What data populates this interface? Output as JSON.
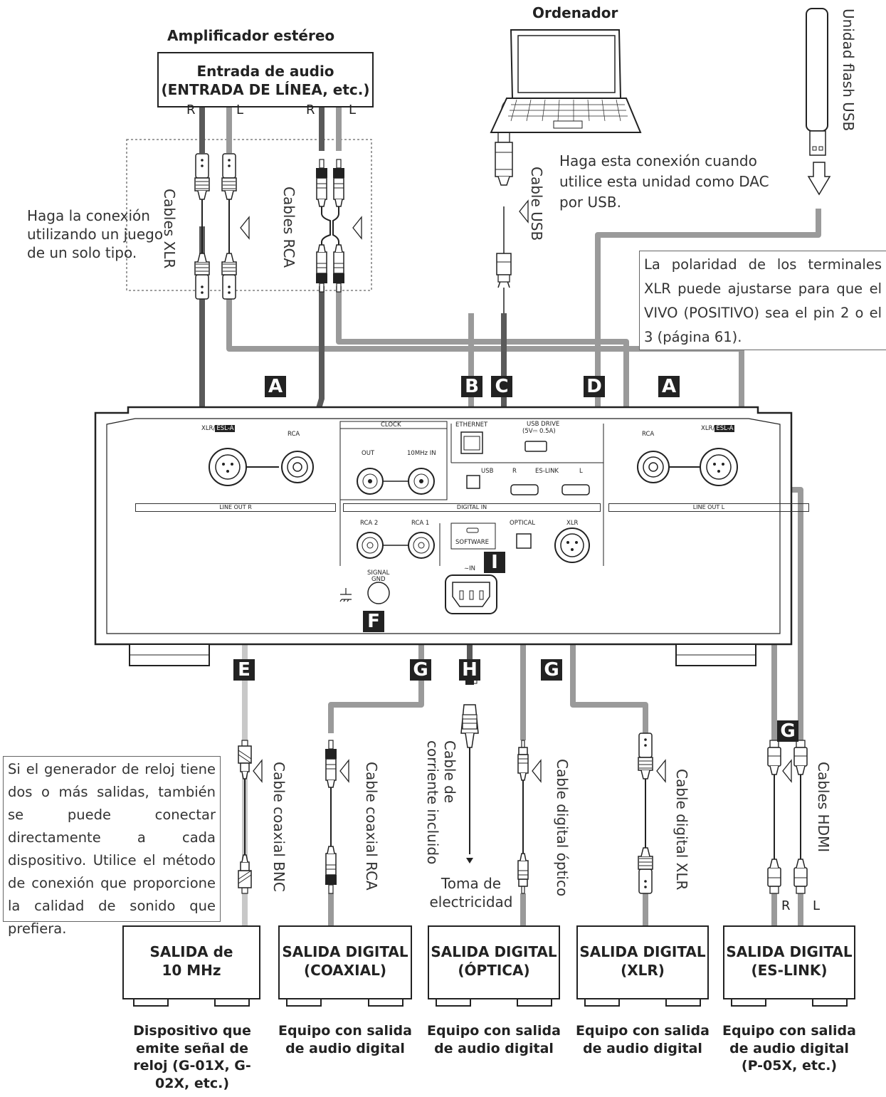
{
  "top": {
    "amplifier_label": "Amplificador estéreo",
    "amp_box_line1": "Entrada de audio",
    "amp_box_line2": "(ENTRADA DE LÍNEA, etc.)",
    "channel_r": "R",
    "channel_l": "L",
    "computer_label": "Ordenador",
    "usb_flash_label": "Unidad flash USB"
  },
  "notes": {
    "one_type": "Haga la conexión\nutilizando un juego\nde un solo tipo.",
    "usb_dac": "Haga esta conexión cuando\nutilice esta unidad como DAC\npor USB.",
    "polarity": "La polaridad de los terminales XLR puede ajustarse para que el VIVO (POSITIVO) sea el pin 2 o el 3 (página 61).",
    "clock": "Si el generador de reloj tiene dos o más salidas, también se puede conectar directamente a cada dispositivo. Utilice el método de conexión que proporcione la calidad de sonido que prefiera."
  },
  "cables": {
    "xlr": "Cables XLR",
    "rca": "Cables RCA",
    "usb": "Cable USB",
    "bnc": "Cable coaxial BNC",
    "coax_rca": "Cable coaxial RCA",
    "power1": "Cable de",
    "power2": "corriente incluido",
    "optical": "Cable digital óptico",
    "digital_xlr": "Cable digital XLR",
    "hdmi": "Cables HDMI"
  },
  "outlet": {
    "line1": "Toma de",
    "line2": "electricidad"
  },
  "badges": {
    "A": "A",
    "B": "B",
    "C": "C",
    "D": "D",
    "E": "E",
    "F": "F",
    "G": "G",
    "H": "H",
    "I": "I"
  },
  "panel": {
    "xlr_esl_a": "XLR/",
    "esl_a": "ESL-A",
    "rca": "RCA",
    "clock": "CLOCK",
    "out": "OUT",
    "tenmhz_in": "10MHz IN",
    "ethernet": "ETHERNET",
    "usb_drive": "USB DRIVE",
    "usb_drive_spec": "(5V⎓ 0.5A)",
    "usb": "USB",
    "r": "R",
    "es_link": "ES-LINK",
    "l": "L",
    "line_out_r": "LINE OUT R",
    "line_out_l": "LINE OUT L",
    "digital_in": "DIGITAL IN",
    "rca2": "RCA 2",
    "rca1": "RCA 1",
    "software": "SOFTWARE",
    "optical": "OPTICAL",
    "xlr": "XLR",
    "signal_gnd1": "SIGNAL",
    "signal_gnd2": "GND",
    "ac_in": "∼IN"
  },
  "devices": [
    {
      "line1": "SALIDA de",
      "line2": "10 MHz",
      "caption": "Dispositivo que emite señal de reloj (G-01X, G-02X, etc.)"
    },
    {
      "line1": "SALIDA DIGITAL",
      "line2": "(COAXIAL)",
      "caption": "Equipo con salida de audio digital"
    },
    {
      "line1": "SALIDA DIGITAL",
      "line2": "(ÓPTICA)",
      "caption": "Equipo con salida de audio digital"
    },
    {
      "line1": "SALIDA DIGITAL",
      "line2": "(XLR)",
      "caption": "Equipo con salida de audio digital"
    },
    {
      "line1": "SALIDA DIGITAL",
      "line2": "(ES-LINK)",
      "caption": "Equipo con salida de audio digital (P-05X, etc.)"
    }
  ],
  "colors": {
    "dark": "#5a5a5a",
    "mid": "#9a9a9a",
    "light": "#c8c8c8",
    "black": "#222222"
  }
}
